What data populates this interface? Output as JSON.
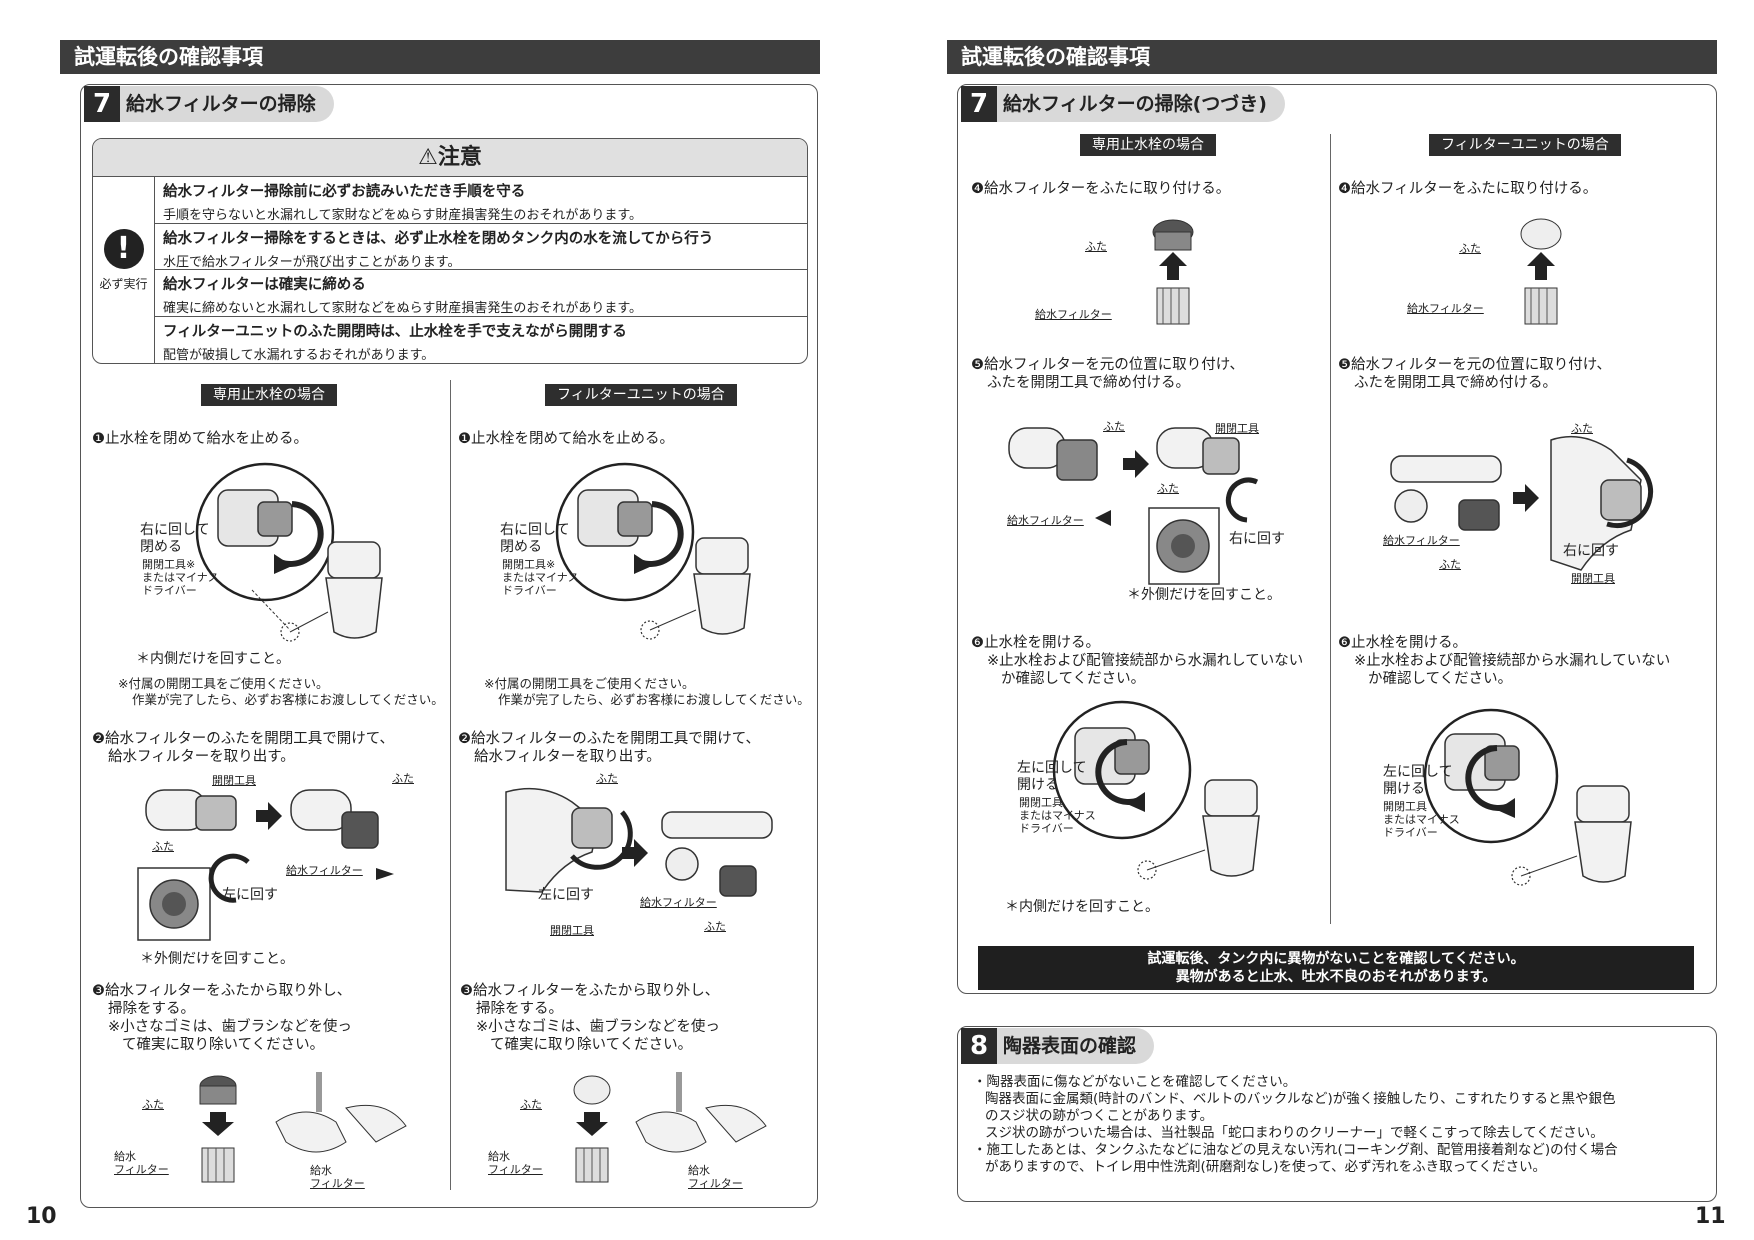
{
  "section_title": "試運転後の確認事項",
  "page_left_num": "10",
  "page_right_num": "11",
  "step7": {
    "num": "7",
    "title_left": "給水フィルターの掃除",
    "title_right": "給水フィルターの掃除(つづき)"
  },
  "caution": {
    "header": "⚠注意",
    "side_label": "必ず実行",
    "rows": [
      {
        "title": "給水フィルター掃除前に必ずお読みいただき手順を守る",
        "text": "手順を守らないと水漏れして家財などをぬらす財産損害発生のおそれがあります。"
      },
      {
        "title": "給水フィルター掃除をするときは、必ず止水栓を閉めタンク内の水を流してから行う",
        "text": "水圧で給水フィルターが飛び出すことがあります。"
      },
      {
        "title": "給水フィルターは確実に締める",
        "text": "確実に締めないと水漏れして家財などをぬらす財産損害発生のおそれがあります。"
      },
      {
        "title": "フィルターユニットのふた開閉時は、止水栓を手で支えながら開閉する",
        "text": "配管が破損して水漏れするおそれがあります。"
      }
    ]
  },
  "case_labels": {
    "dedicated": "専用止水栓の場合",
    "filter_unit": "フィルターユニットの場合"
  },
  "steps": {
    "s1": "❶止水栓を閉めて給水を止める。",
    "s2_line1": "❷給水フィルターのふたを開閉工具で開けて、",
    "s2_line2": "給水フィルターを取り出す。",
    "s3_line1": "❸給水フィルターをふたから取り外し、",
    "s3_line2": "掃除をする。",
    "s3_note1": "※小さなゴミは、歯ブラシなどを使っ",
    "s3_note2": "て確実に取り除いてください。",
    "s4": "❹給水フィルターをふたに取り付ける。",
    "s5_line1": "❺給水フィルターを元の位置に取り付け、",
    "s5_line2": "ふたを開閉工具で締め付ける。",
    "s6": "❻止水栓を開ける。",
    "s6_note_left1": "※止水栓および配管接続部から水漏れしていない",
    "s6_note_left2": "か確認してください。",
    "s6_note_right1": "※止水栓および配管接続部から水漏れしていない",
    "s6_note_right2": "か確認してください。"
  },
  "tool_note": {
    "line1": "※付属の開閉工具をご使用ください。",
    "line2": "作業が完了したら、必ずお客様にお渡ししてください。"
  },
  "labels": {
    "close_right1": "右に回して",
    "close_right2": "閉める",
    "open_left1": "左に回して",
    "open_left2": "開ける",
    "tool_line1": "開閉工具※",
    "tool_line2": "またはマイナス",
    "tool_line3": "ドライバー",
    "tool_plain": "開閉工具",
    "tool_line2b": "またはマイナス",
    "tool_line3b": "ドライバー",
    "inner_only": "＊内側だけを回すこと。",
    "outer_only": "＊外側だけを回すこと。",
    "lid": "ふた",
    "opening_tool": "開閉工具",
    "water_filter": "給水フィルター",
    "water_filter_a": "給水",
    "water_filter_b": "フィルター",
    "turn_left": "左に回す",
    "turn_right": "右に回す"
  },
  "warning_bar": {
    "line1": "試運転後、タンク内に異物がないことを確認してください。",
    "line2": "異物があると止水、吐水不良のおそれがあります。"
  },
  "step8": {
    "num": "8",
    "title": "陶器表面の確認",
    "p1": "・陶器表面に傷などがないことを確認してください。",
    "p2": "陶器表面に金属類(時計のバンド、ベルトのバックルなど)が強く接触したり、こすれたりすると黒や銀色",
    "p3": "のスジ状の跡がつくことがあります。",
    "p4": "スジ状の跡がついた場合は、当社製品「蛇口まわりのクリーナー」で軽くこすって除去してください。",
    "p5": "・施工したあとは、タンクふたなどに油などの見えない汚れ(コーキング剤、配管用接着剤など)の付く場合",
    "p6": "がありますので、トイレ用中性洗剤(研磨剤なし)を使って、必ず汚れをふき取ってください。"
  }
}
